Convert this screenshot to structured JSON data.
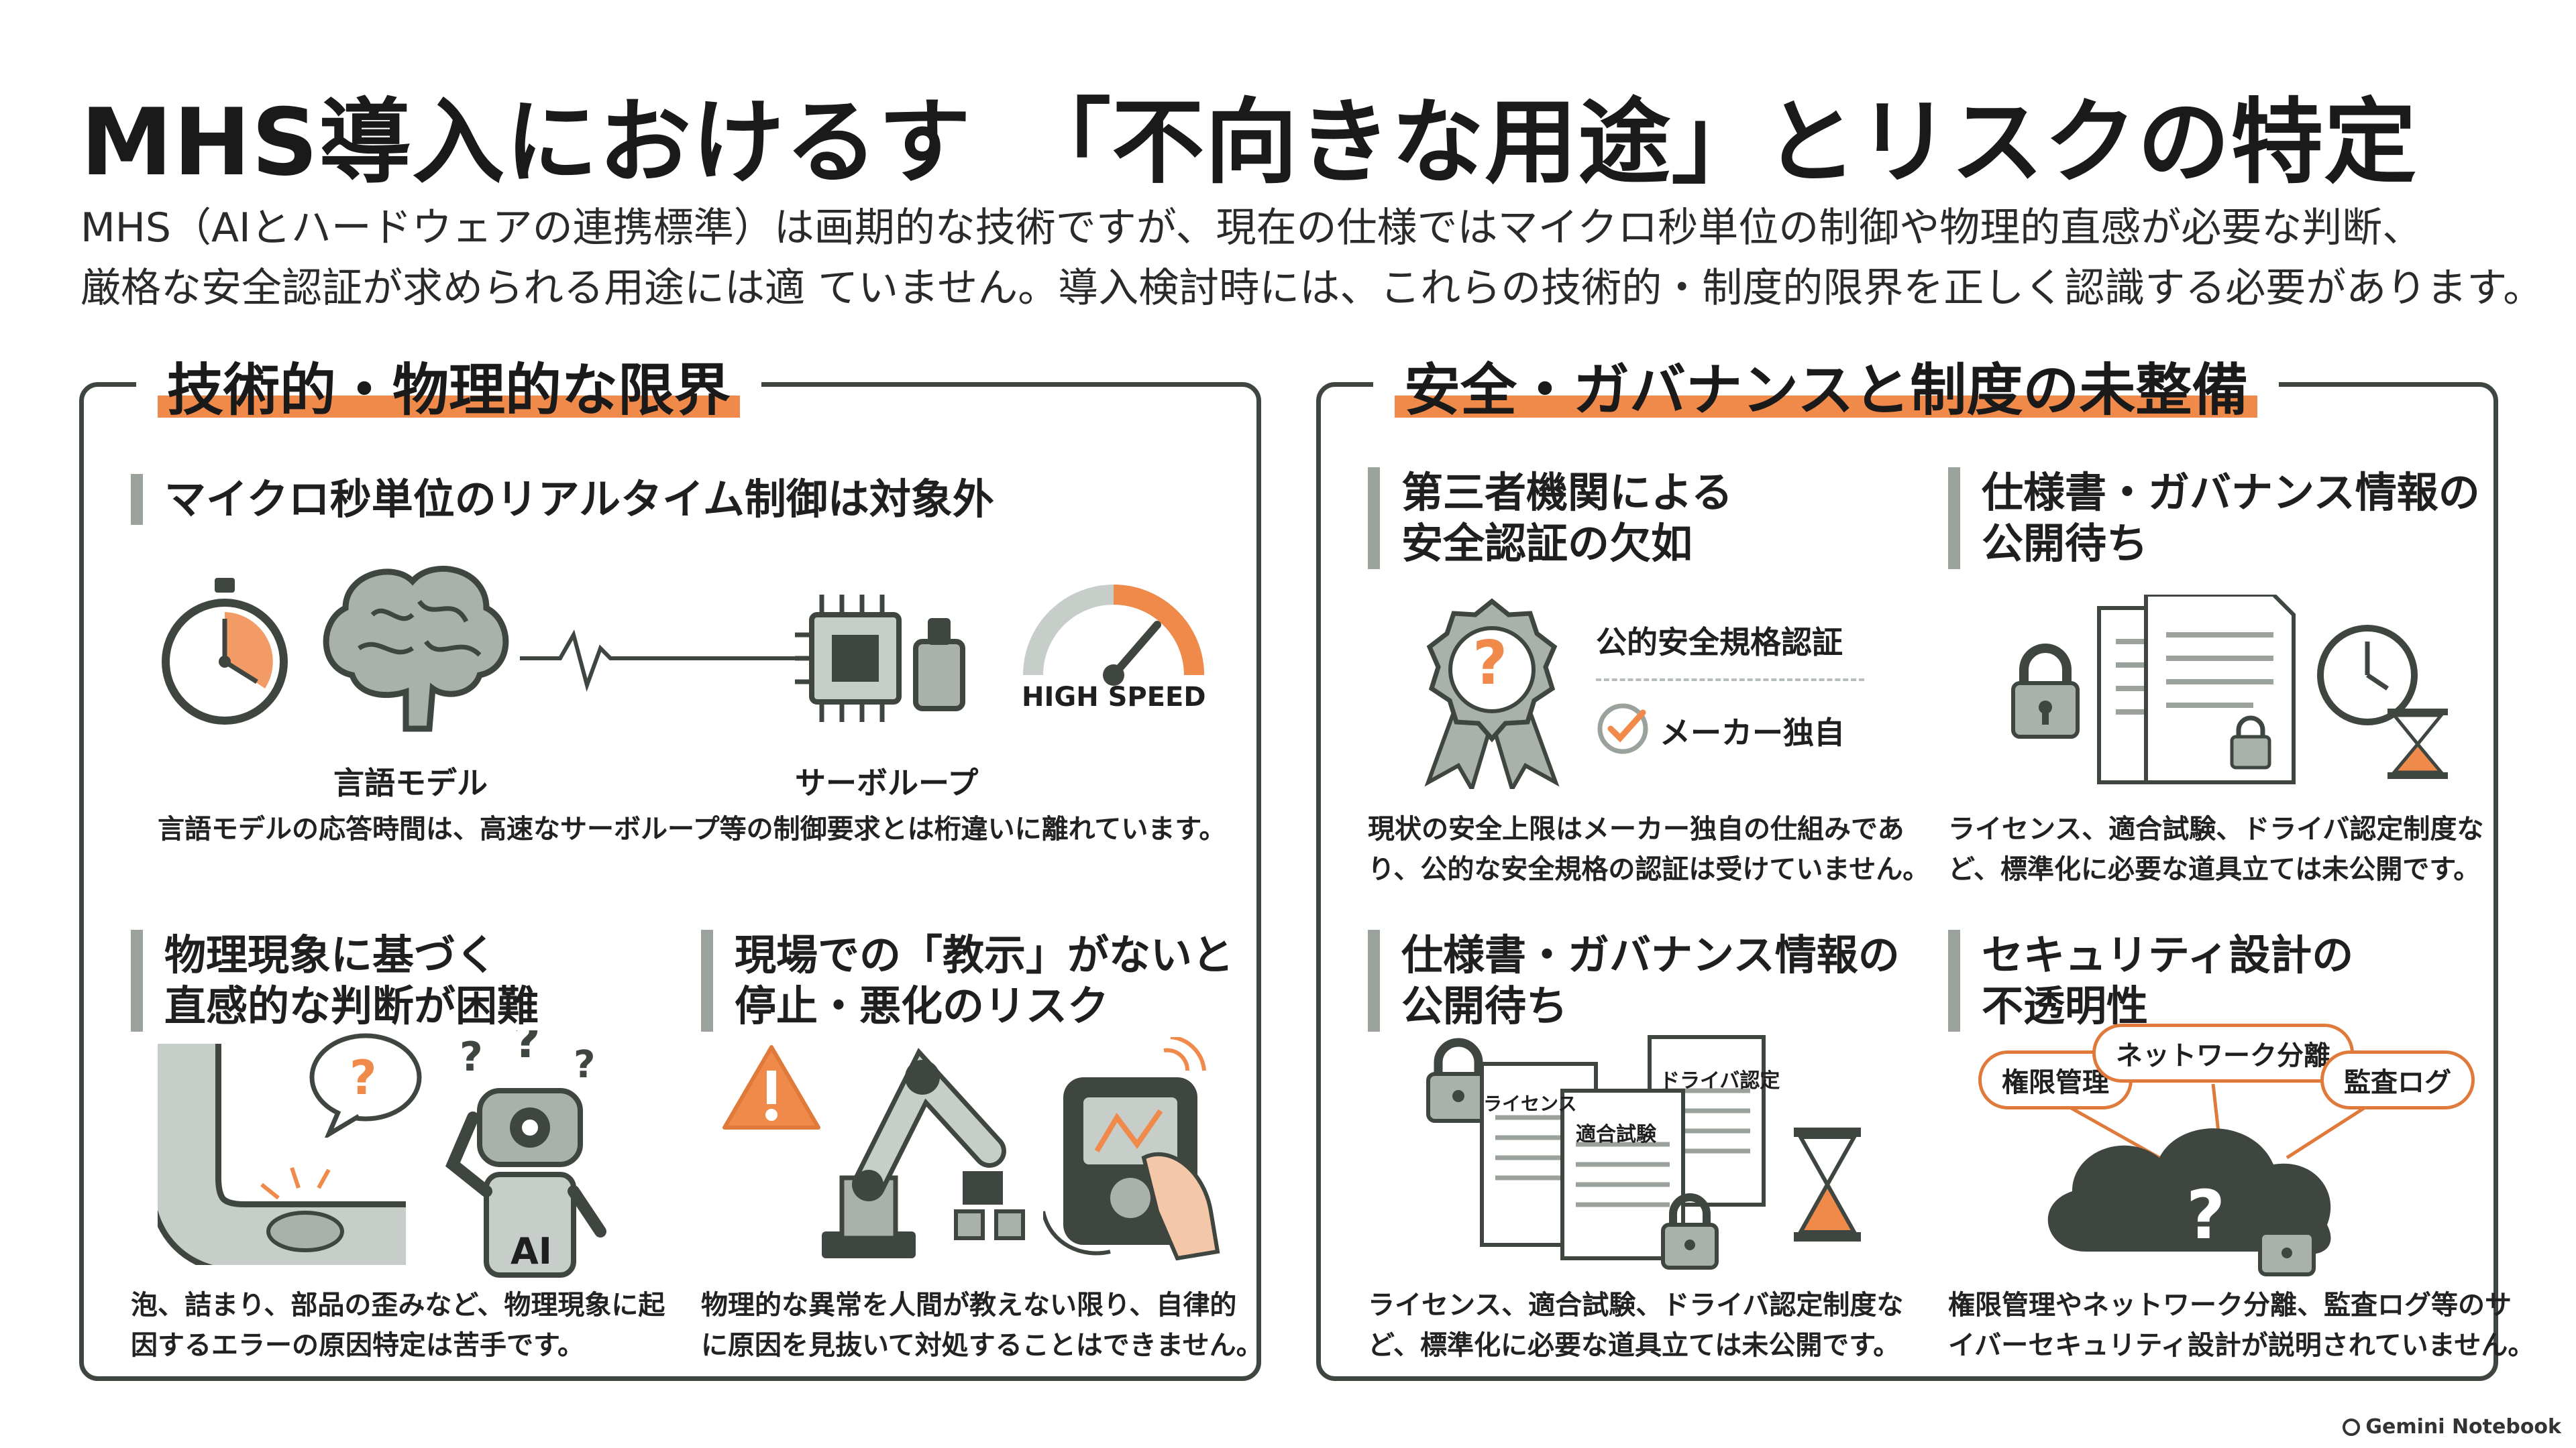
{
  "title": "MHS導入におけるす　「不向きな用途」とリスクの特定",
  "intro": {
    "line1": "MHS（AIとハードウェアの連携標準）は画期的な技術ですが、現在の仕様ではマイクロ秒単位の制御や物理的直感が必要な判断、",
    "line2": "厳格な安全認証が求められる用途には適 ていません。導入検討時には、これらの技術的・制度的限界を正しく認識する必要があります。"
  },
  "left_panel": {
    "title": "技術的・物理的な限界",
    "realtime": {
      "heading": "マイクロ秒単位のリアルタイム制御は対象外",
      "label_llm": "言語モデル",
      "label_servo": "サーボループ",
      "gauge_label": "HIGH SPEED",
      "desc": "言語モデルの応答時間は、高速なサーボループ等の制御要求とは桁違いに離れています。"
    },
    "physical": {
      "heading1": "物理現象に基づく",
      "heading2": "直感的な判断が困難",
      "robot_label": "AI",
      "desc1": "泡、詰まり、部品の歪みなど、物理現象に起",
      "desc2": "因するエラーの原因特定は苦手です。"
    },
    "teaching": {
      "heading1": "現場での「教示」がないと",
      "heading2": "停止・悪化のリスク",
      "desc1": "物理的な異常を人間が教えない限り、自律的",
      "desc2": "に原因を見抜いて対処することはできません。"
    }
  },
  "right_panel": {
    "title": "安全・ガバナンスと制度の未整備",
    "certification": {
      "heading1": "第三者機関による",
      "heading2": "安全認証の欠如",
      "badge_mark": "?",
      "label_public": "公的安全規格認証",
      "label_maker": "メーカー独自",
      "desc1": "現状の安全上限はメーカー独自の仕組みであ",
      "desc2": "り、公的な安全規格の認証は受けていません。"
    },
    "spec_top": {
      "heading1": "仕様書・ガバナンス情報の",
      "heading2": "公開待ち",
      "desc1": "ライセンス、適合試験、ドライバ認定制度な",
      "desc2": "ど、標準化に必要な道具立ては未公開です。"
    },
    "spec_bottom": {
      "heading1": "仕様書・ガバナンス情報の",
      "heading2": "公開待ち",
      "doc_license": "ライセンス",
      "doc_test": "適合試験",
      "doc_driver": "ドライバ認定",
      "desc1": "ライセンス、適合試験、ドライバ認定制度な",
      "desc2": "ど、標準化に必要な道具立ては未公開です。"
    },
    "security": {
      "heading1": "セキュリティ設計の",
      "heading2": "不透明性",
      "tag_access": "権限管理",
      "tag_network": "ネットワーク分離",
      "tag_audit": "監査ログ",
      "cloud_mark": "?",
      "desc1": "権限管理やネットワーク分離、監査ログ等のサ",
      "desc2": "イバーセキュリティ設計が説明されていません。"
    }
  },
  "footer": "Gemini Notebook",
  "colors": {
    "accent": "#f08a4b",
    "dark": "#3f4640",
    "gray": "#9aa29b"
  }
}
